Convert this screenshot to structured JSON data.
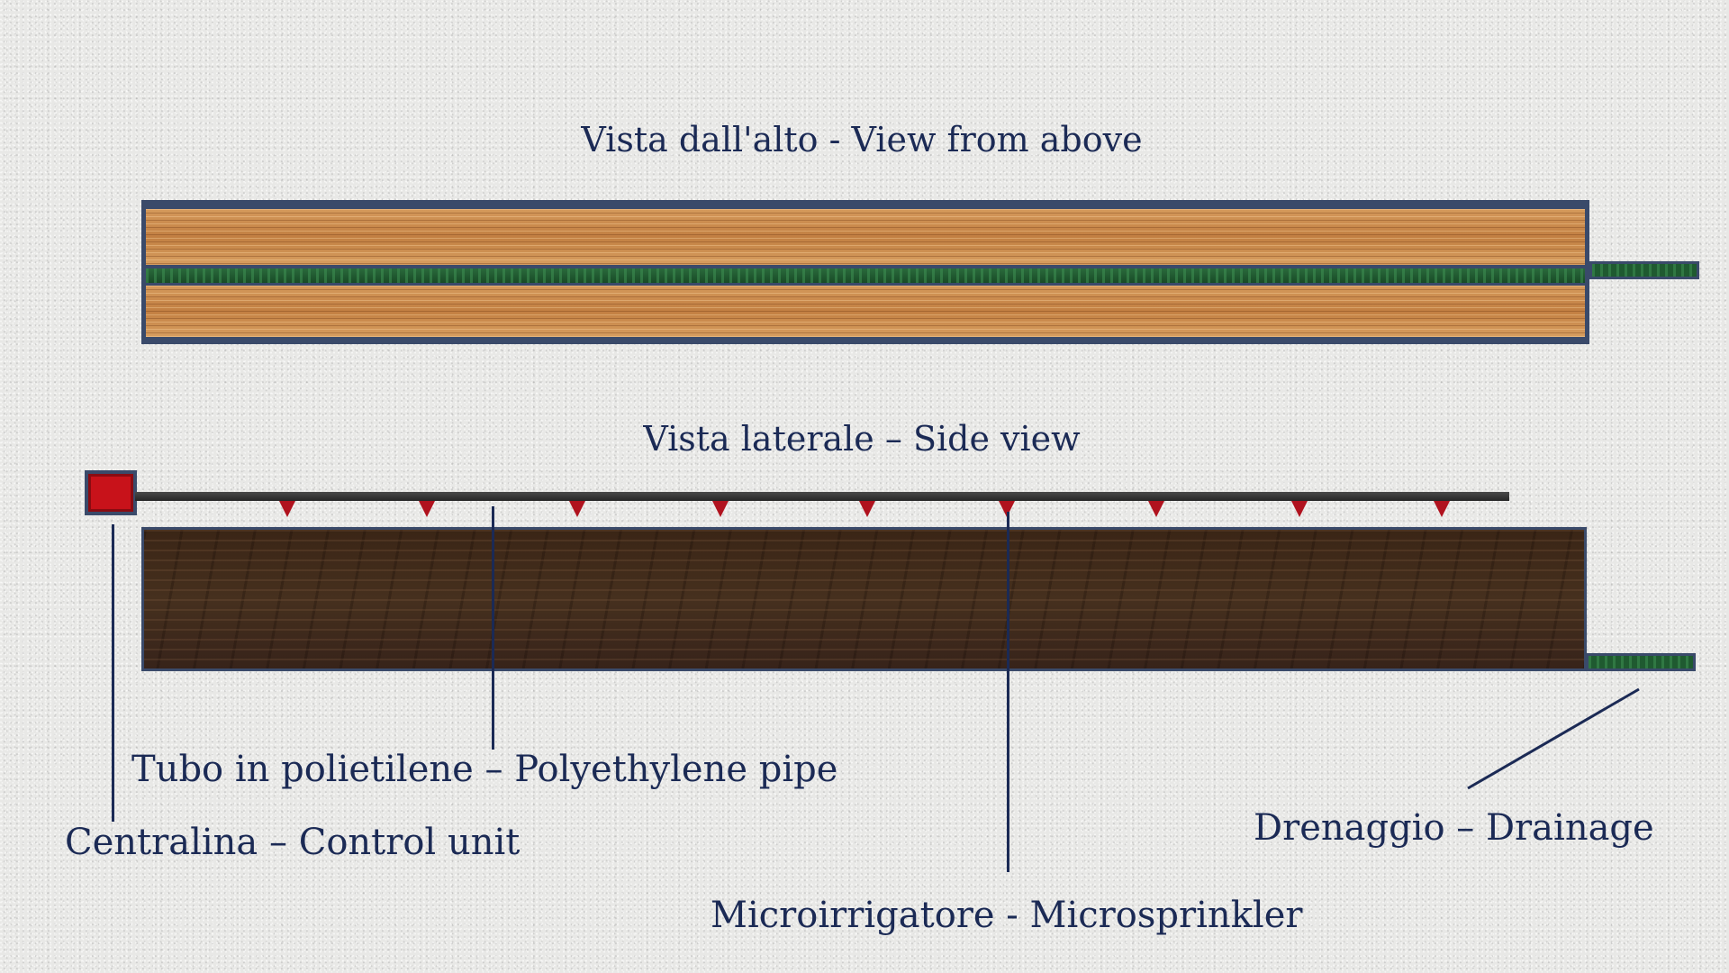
{
  "top_view": {
    "title": "Vista dall'alto - View from above"
  },
  "side_view": {
    "title": "Vista laterale – Side view",
    "sprinkler_count": 9
  },
  "labels": {
    "pipe": "Tubo in polietilene – Polyethylene pipe",
    "control_unit": "Centralina – Control unit",
    "drainage": "Drenaggio – Drainage",
    "microsprinkler": "Microirrigatore - Microsprinkler"
  },
  "colors": {
    "text": "#1b2a55",
    "control_unit": "#c8121a",
    "sprinkler": "#b0121e",
    "drainage_fill": "#1f5a30",
    "light_wood": "#c98a4b",
    "dark_wood": "#3d2818"
  }
}
